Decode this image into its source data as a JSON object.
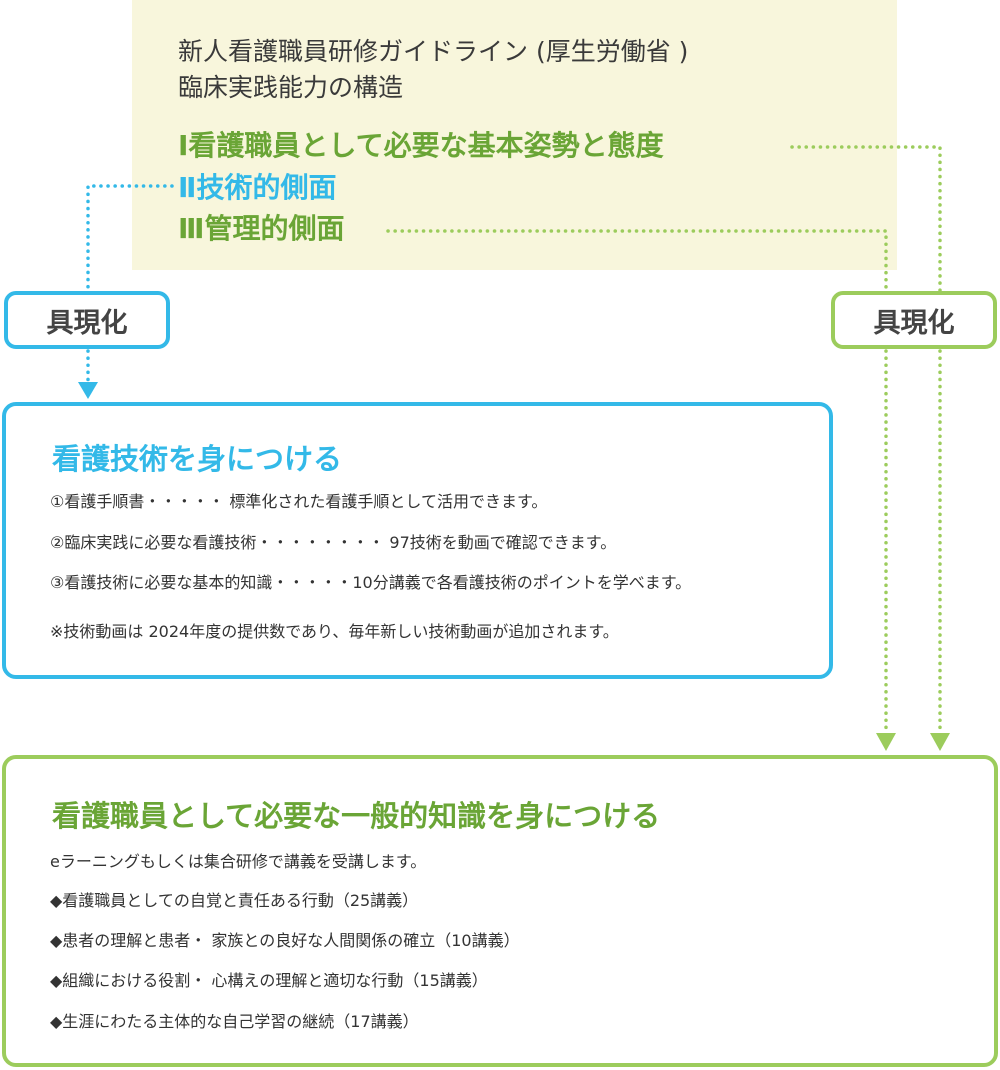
{
  "header": {
    "title_line1": "新人看護職員研修ガイドライン (厚生労働省 )",
    "title_line2": "臨床実践能力の構造"
  },
  "aspects": [
    "Ⅰ看護職員として必要な基本姿勢と態度",
    "Ⅱ技術的側面",
    "Ⅲ管理的側面"
  ],
  "tags": {
    "left": "具現化",
    "right": "具現化"
  },
  "technical_box": {
    "heading": "看護技術を身につける",
    "items": [
      "①看護手順書・・・・・ 標準化された看護手順として活用できます。",
      "②臨床実践に必要な看護技術・・・・・・・・ 97技術を動画で確認できます。",
      "③看護技術に必要な基本的知識・・・・・10分講義で各看護技術のポイントを学べます。",
      "※技術動画は 2024年度の提供数であり、毎年新しい技術動画が追加されます。"
    ]
  },
  "general_box": {
    "heading": "看護職員として必要な一般的知識を身につける",
    "intro": "eラーニングもしくは集合研修で講義を受講します。",
    "items": [
      "◆看護職員としての自覚と責任ある行動（25講義）",
      "◆患者の理解と患者・ 家族との良好な人間関係の確立（10講義）",
      "◆組織における役割・ 心構えの理解と適切な行動（15講義）",
      "◆生涯にわたる主体的な自己学習の継続（17講義）"
    ]
  },
  "colors": {
    "blue": "#33b9e8",
    "green": "#6aa536",
    "light_green": "#9ccc5c",
    "header_bg": "#f8f6dc"
  }
}
